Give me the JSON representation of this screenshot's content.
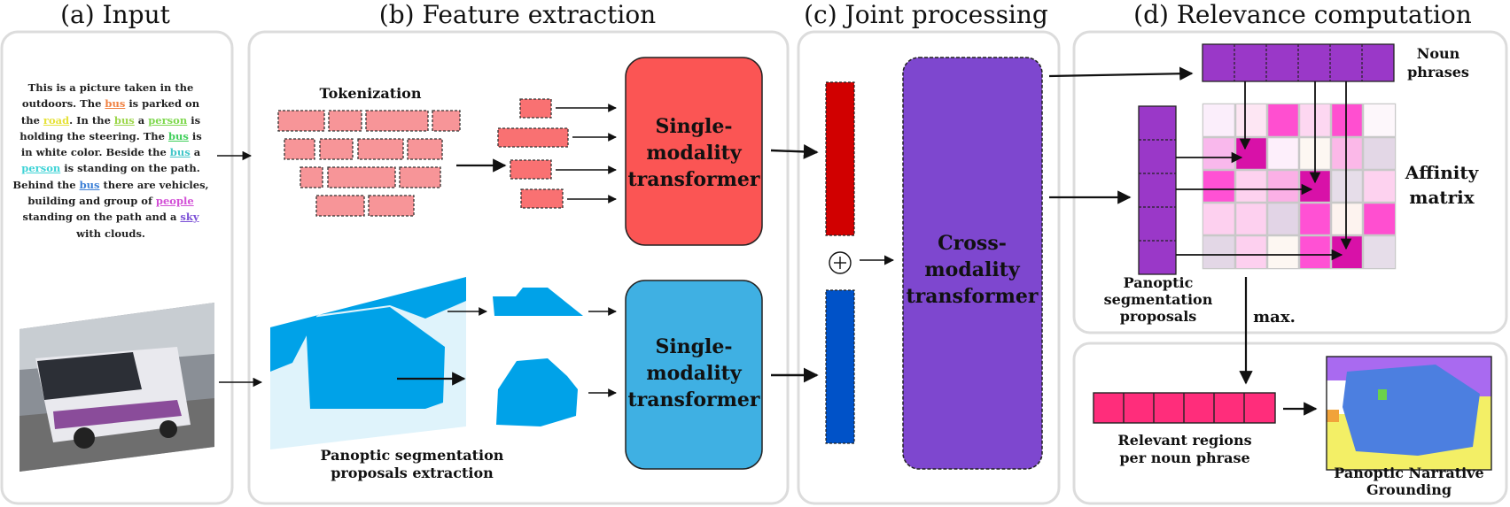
{
  "sections": {
    "input": "(a) Input",
    "feature": "(b) Feature extraction",
    "joint": "(c) Joint processing",
    "relevance": "(d) Relevance computation"
  },
  "narrative": [
    {
      "t": "This is a picture taken in the outdoors. The "
    },
    {
      "t": "bus",
      "c": "#f08040"
    },
    {
      "t": " is parked on the "
    },
    {
      "t": "road",
      "c": "#e6e23a"
    },
    {
      "t": ". In the "
    },
    {
      "t": "bus",
      "c": "#9cd64a"
    },
    {
      "t": " a "
    },
    {
      "t": "person",
      "c": "#7ed84e"
    },
    {
      "t": " is holding the steering. The "
    },
    {
      "t": "bus",
      "c": "#3fcf5a"
    },
    {
      "t": " is in white color. Beside the "
    },
    {
      "t": "bus",
      "c": "#43c7c9"
    },
    {
      "t": " a "
    },
    {
      "t": "person",
      "c": "#3fd3d6"
    },
    {
      "t": " is standing on the path. Behind the "
    },
    {
      "t": "bus",
      "c": "#3b7fd6"
    },
    {
      "t": " there are vehicles, building and group of "
    },
    {
      "t": "people",
      "c": "#d24fd6"
    },
    {
      "t": " standing on the path and a "
    },
    {
      "t": "sky",
      "c": "#7a4fd6"
    },
    {
      "t": " with clouds."
    }
  ],
  "labels": {
    "tokenization": "Tokenization",
    "single_text_1": "Single-",
    "single_text_2": "modality",
    "single_text_3": "transformer",
    "proposals_extraction_1": "Panoptic segmentation",
    "proposals_extraction_2": "proposals extraction",
    "cross_1": "Cross-",
    "cross_2": "modality",
    "cross_3": "transformer",
    "oplus": "⊕",
    "noun_1": "Noun",
    "noun_2": "phrases",
    "affinity_1": "Affinity",
    "affinity_2": "matrix",
    "pan_1": "Panoptic",
    "pan_2": "segmentation",
    "pan_3": "proposals",
    "max": "max.",
    "relevant_1": "Relevant regions",
    "relevant_2": "per noun phrase",
    "png_1": "Panoptic Narrative",
    "png_2": "Grounding"
  },
  "colors": {
    "text_transformer": "#fb5554",
    "image_transformer": "#3fb0e3",
    "cross_transformer": "#7e47cf",
    "token": "#f79598",
    "text_feature": "#d10000",
    "image_feature": "#0052c8",
    "noun_phrase": "#9a38c8",
    "relevant": "#ff2d7b",
    "segment_blue": "#00a2e8",
    "segment_light": "#dff3fb"
  }
}
